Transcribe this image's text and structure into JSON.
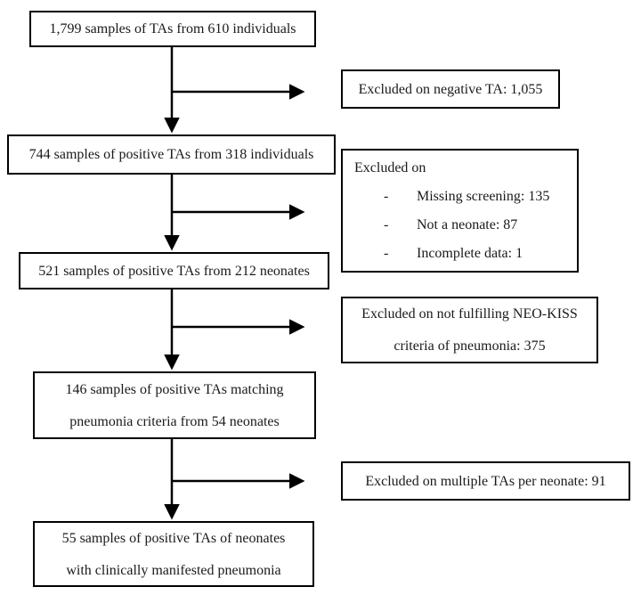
{
  "diagram": {
    "type": "flowchart",
    "colors": {
      "line": "#000000",
      "text": "#1a1a1a",
      "box_background": "#ffffff",
      "box_border": "#000000"
    },
    "main_boxes": [
      {
        "line1": "1,799 samples of TAs from 610 individuals"
      },
      {
        "line1": "744 samples of positive TAs from 318 individuals"
      },
      {
        "line1": "521 samples of positive TAs from 212 neonates"
      },
      {
        "line1": "146 samples of positive TAs matching",
        "line2": "pneumonia criteria from 54 neonates"
      },
      {
        "line1": "55 samples of positive TAs of neonates",
        "line2": "with clinically manifested pneumonia"
      }
    ],
    "exclusion_boxes": {
      "negative_ta": {
        "text": "Excluded on negative TA: 1,055"
      },
      "screening": {
        "heading": "Excluded on",
        "items": [
          {
            "bullet": "-",
            "text": "Missing screening: 135"
          },
          {
            "bullet": "-",
            "text": "Not a neonate: 87"
          },
          {
            "bullet": "-",
            "text": "Incomplete data: 1"
          }
        ]
      },
      "neo_kiss": {
        "line1": "Excluded on not fulfilling NEO-KISS",
        "line2": "criteria of pneumonia: 375"
      },
      "multiple_tas": {
        "text": "Excluded on multiple TAs per neonate: 91"
      }
    }
  }
}
